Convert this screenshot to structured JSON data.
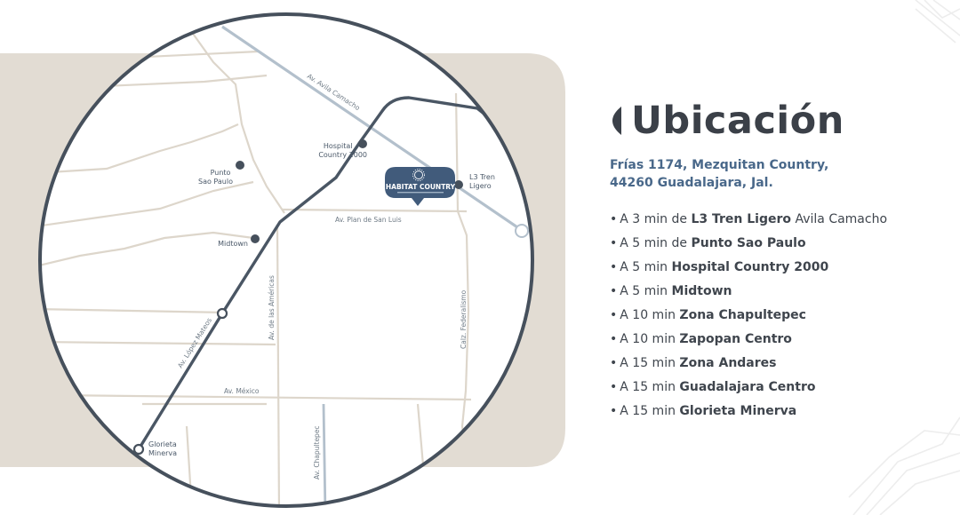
{
  "heading": {
    "title": "Ubicación",
    "title_icon": "half-circle-mark-icon"
  },
  "address": {
    "line1": "Frías 1174, Mezquitan Country,",
    "line2": "44260 Guadalajara, Jal."
  },
  "distances": [
    {
      "bullet": "•",
      "prefix": "A 3 min de",
      "place": "L3 Tren Ligero",
      "suffix": "Avila Camacho"
    },
    {
      "bullet": "•",
      "prefix": "A 5 min de",
      "place": "Punto Sao Paulo",
      "suffix": ""
    },
    {
      "bullet": "•",
      "prefix": "A 5 min",
      "place": "Hospital Country 2000",
      "suffix": ""
    },
    {
      "bullet": "•",
      "prefix": "A 5 min",
      "place": "Midtown",
      "suffix": ""
    },
    {
      "bullet": "•",
      "prefix": "A 10 min",
      "place": "Zona Chapultepec",
      "suffix": ""
    },
    {
      "bullet": "•",
      "prefix": "A 10 min",
      "place": "Zapopan Centro",
      "suffix": ""
    },
    {
      "bullet": "•",
      "prefix": "A 15 min",
      "place": "Zona Andares",
      "suffix": ""
    },
    {
      "bullet": "•",
      "prefix": "A 15 min",
      "place": "Guadalajara Centro",
      "suffix": ""
    },
    {
      "bullet": "•",
      "prefix": "A 15 min",
      "place": "Glorieta Minerva",
      "suffix": ""
    }
  ],
  "map": {
    "marker": {
      "name": "HABITAT COUNTRY",
      "icon": "sun-logo-icon"
    },
    "streets": {
      "avila_camacho": "Av. Avila Camacho",
      "plan_de_san_luis": "Av. Plan de San Luis",
      "lopez_mateos": "Av. López Mateos",
      "americas": "Av. de las Américas",
      "federalismo": "Calz. Federalismo",
      "mexico": "Av. México",
      "chapultepec": "Av. Chapultepec"
    },
    "pois": {
      "hospital_line1": "Hospital",
      "hospital_line2": "Country 2000",
      "sao_paulo_line1": "Punto",
      "sao_paulo_line2": "Sao Paulo",
      "midtown": "Midtown",
      "tren_line1": "L3 Tren",
      "tren_line2": "Ligero",
      "minerva_line1": "Glorieta",
      "minerva_line2": "Minerva"
    }
  },
  "colors": {
    "panel": "#e2dcd3",
    "ring": "#46505c",
    "road_main": "#4a5664",
    "rail": "#b3c0cc",
    "streets": "#ddd6cb",
    "marker": "#415b7b",
    "title": "#3b4048",
    "address": "#49688a",
    "text": "#3f454d"
  }
}
